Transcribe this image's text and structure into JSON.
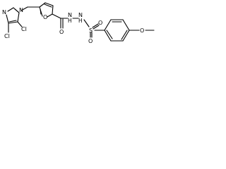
{
  "structure": {
    "name": "N'-{5-[(4,5-dichloro-1H-imidazol-1-yl)methyl]furan-2-carbonyl}-4-methoxybenzenesulfonohydrazide",
    "atoms": {
      "imidazole_n3": "N",
      "imidazole_n1": "N",
      "cl_top": "Cl",
      "cl_bottom": "Cl",
      "furan_o": "O",
      "carbonyl_o": "O",
      "hydrazide_n1": "N",
      "hydrazide_h1": "H",
      "hydrazide_n2": "N",
      "hydrazide_h2": "H",
      "sulfur": "S",
      "sulfonyl_o1": "O",
      "sulfonyl_o2": "O",
      "methoxy_o": "O"
    }
  },
  "colors": {
    "bond": "#000000",
    "text": "#000000",
    "background": "#ffffff"
  }
}
